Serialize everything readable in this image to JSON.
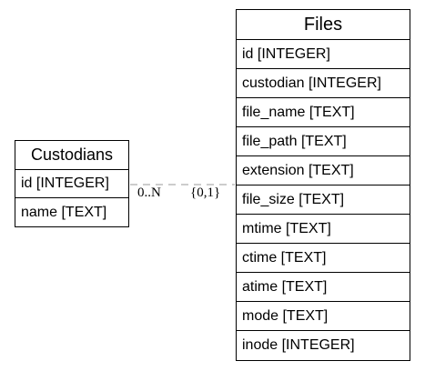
{
  "custodians": {
    "title": "Custodians",
    "fields": [
      "id [INTEGER]",
      "name [TEXT]"
    ]
  },
  "files": {
    "title": "Files",
    "fields": [
      "id [INTEGER]",
      "custodian [INTEGER]",
      "file_name [TEXT]",
      "file_path [TEXT]",
      "extension [TEXT]",
      "file_size [TEXT]",
      "mtime [TEXT]",
      "ctime [TEXT]",
      "atime [TEXT]",
      "mode [TEXT]",
      "inode [INTEGER]"
    ]
  },
  "relationship": {
    "left_cardinality": "0..N",
    "right_cardinality": "{0,1}",
    "line_color": "#999999"
  }
}
